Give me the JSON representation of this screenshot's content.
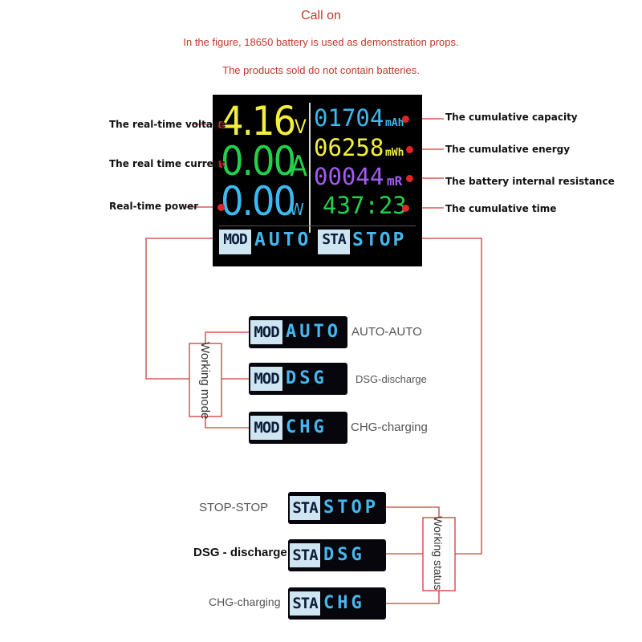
{
  "header": {
    "title": "Call on",
    "note1": "In the figure, 18650 battery is used as demonstration props.",
    "note2": "The products sold do not contain batteries."
  },
  "lcd": {
    "voltage": "4.16",
    "voltage_unit": "V",
    "current": "0.00",
    "current_unit": "A",
    "power": "0.00",
    "power_unit": "W",
    "capacity": "01704",
    "capacity_unit": "mAh",
    "energy": "06258",
    "energy_unit": "mWh",
    "resistance": "00044",
    "resistance_unit": "mR",
    "time": "437:23",
    "mode_tag": "MOD",
    "mode_value": "AUTO",
    "status_tag": "STA",
    "status_value": "STOP"
  },
  "callouts": {
    "voltage": "The real-time voltage",
    "current": "The real time current",
    "power": "Real-time power",
    "capacity": "The cumulative capacity",
    "energy": "The cumulative energy",
    "resistance": "The battery internal resistance",
    "time": "The cumulative time"
  },
  "working_mode": {
    "label": "Working mode",
    "items": [
      {
        "tag": "MOD",
        "value": "AUTO",
        "desc": "AUTO-AUTO"
      },
      {
        "tag": "MOD",
        "value": "DSG",
        "desc": "DSG-discharge"
      },
      {
        "tag": "MOD",
        "value": "CHG",
        "desc": "CHG-charging"
      }
    ]
  },
  "working_status": {
    "label": "Working status",
    "items": [
      {
        "tag": "STA",
        "value": "STOP",
        "desc": "STOP-STOP"
      },
      {
        "tag": "STA",
        "value": "DSG",
        "desc": "DSG - discharge"
      },
      {
        "tag": "STA",
        "value": "CHG",
        "desc": "CHG-charging"
      }
    ]
  },
  "colors": {
    "accent_red": "#c0392b",
    "voltage": "#f2ef3c",
    "current": "#22d04a",
    "power": "#3cb9f0",
    "capacity": "#3cb9f0",
    "energy": "#f2ef3c",
    "resistance": "#a25cf0",
    "time": "#22d04a"
  }
}
